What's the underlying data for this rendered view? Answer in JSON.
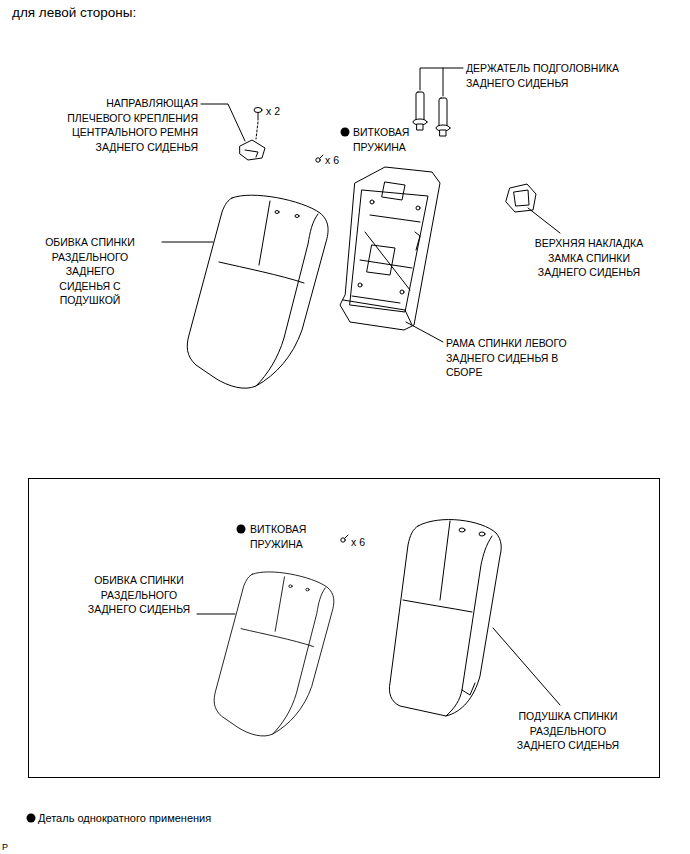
{
  "diagram": {
    "title": "для левой стороны:",
    "nodes": [
      {
        "text": [
          "ВИТКОВАЯ ПРУЖИНА",
          "x 6",
          "ОБИВКА СПИНКИ РАЗДЕЛЬНОГО ЗАДНЕГО СИДЕНЬЯ",
          "ПОДУШКА СПИНКИ РАЗДЕЛЬНОГО ЗАДНЕГО СИДЕНЬЯ"
        ]
      }
    ],
    "labels": [
      "ДЕРЖАТЕЛЬ ПОДГОЛОВНИКА ЗАДНЕГО СИДЕНЬЯ",
      "НАПРАВЛЯЮЩАЯ ПЛЕЧЕВОГО КРЕПЛЕНИЯ ЦЕНТРАЛЬНОГО РЕМНЯ ЗАДНЕГО СИДЕНЬЯ",
      "x 2",
      "ВИТКОВАЯ ПРУЖИНА",
      "x 6",
      "ОБИВКА СПИНКИ РАЗДЕЛЬНОГО ЗАДНЕГО СИДЕНЬЯ С ПОДУШКОЙ",
      "ВЕРХНЯЯ НАКЛАДКА ЗАМКА СПИНКИ ЗАДНЕГО СИДЕНЬЯ",
      "РАМА СПИНКИ ЛЕВОГО ЗАДНЕГО СИДЕНЬЯ В СБОРЕ",
      "P"
    ],
    "legend": [
      {
        "text": "Деталь однократного применения"
      }
    ]
  }
}
